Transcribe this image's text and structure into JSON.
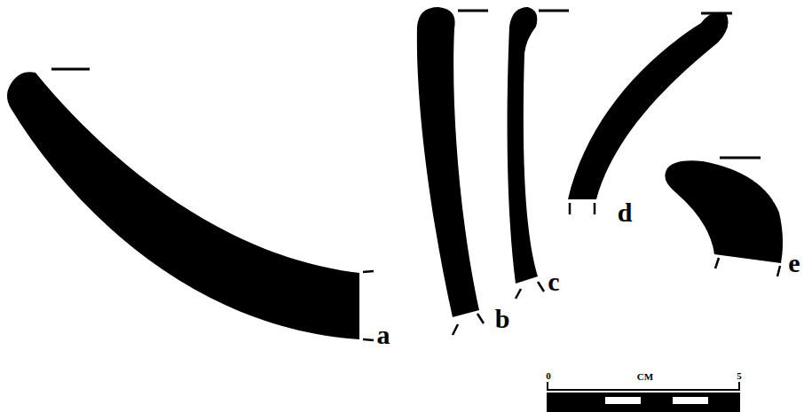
{
  "diagram": {
    "labels": [
      "a",
      "b",
      "c",
      "d",
      "e",
      "0",
      "CM",
      "5"
    ]
  }
}
